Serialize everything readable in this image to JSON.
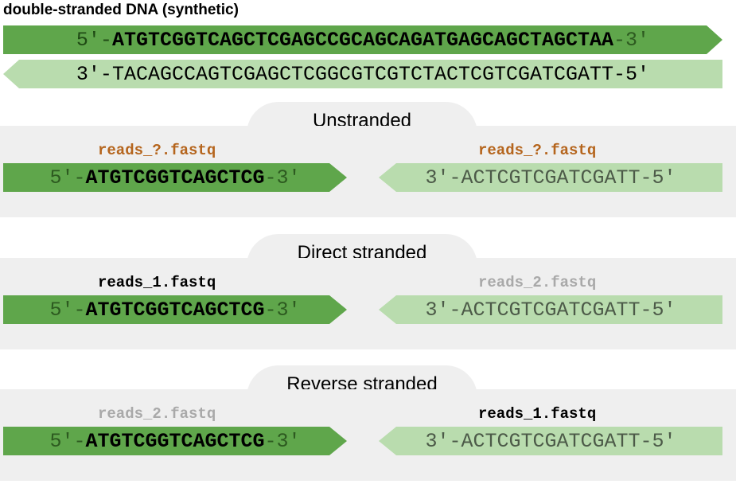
{
  "title": "double-stranded DNA (synthetic)",
  "colors": {
    "forward_strand": "#5fa64b",
    "reverse_strand": "#b9dcae",
    "panel_bg": "#efefef",
    "unknown_file": "#b5651d",
    "active_file": "#000000",
    "inactive_file": "#a9a9a9"
  },
  "dna": {
    "top": {
      "prefix": "5′-",
      "core": "ATGTCGGTCAGCTCGAGCCGCAGCAGATGAGCAGCTAGCTAA",
      "suffix": "-3′"
    },
    "bottom": {
      "prefix": "3′-",
      "core": "TACAGCCAGTCGAGCTCGGCGTCGTCTACTCGTCGATCGATT",
      "suffix": "-5′"
    }
  },
  "read_fwd": {
    "prefix": "5′-",
    "core": "ATGTCGGTCAGCTCG",
    "suffix": "-3′"
  },
  "read_rev": {
    "prefix": "3′-",
    "core": "ACTCGTCGATCGATT",
    "suffix": "-5′"
  },
  "panels": [
    {
      "label": "Unstranded",
      "left_file": "reads_?.fastq",
      "right_file": "reads_?.fastq"
    },
    {
      "label": "Direct stranded",
      "left_file": "reads_1.fastq",
      "right_file": "reads_2.fastq"
    },
    {
      "label": "Reverse stranded",
      "left_file": "reads_2.fastq",
      "right_file": "reads_1.fastq"
    }
  ]
}
